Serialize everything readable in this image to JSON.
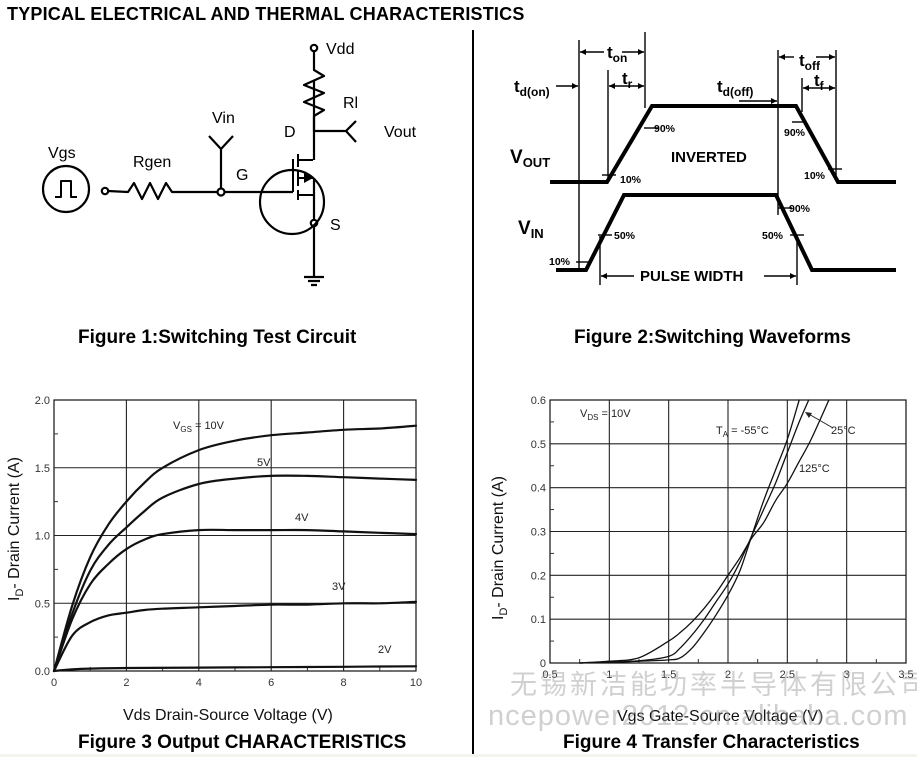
{
  "page": {
    "title": "TYPICAL ELECTRICAL AND THERMAL CHARACTERISTICS",
    "colors": {
      "ink": "#000000",
      "background": "#ffffff",
      "watermark": "#969696"
    },
    "watermark": {
      "line1": "无锡新洁能功率半导体有限公司",
      "line2": "ncepower2012.cn.alibaba.com"
    }
  },
  "figure1": {
    "caption": "Figure 1:Switching Test Circuit",
    "labels": {
      "vdd": "Vdd",
      "rl": "Rl",
      "vout": "Vout",
      "vin": "Vin",
      "d": "D",
      "g": "G",
      "s": "S",
      "vgs": "Vgs",
      "rgen": "Rgen"
    }
  },
  "figure2": {
    "caption": "Figure 2:Switching Waveforms",
    "labels": {
      "t_on": "t",
      "t_on_sub": "on",
      "t_r": "t",
      "t_r_sub": "r",
      "t_d_on": "t",
      "t_d_on_sub": "d(on)",
      "t_d_off": "t",
      "t_d_off_sub": "d(off)",
      "t_off": "t",
      "t_off_sub": "off",
      "t_f": "t",
      "t_f_sub": "f",
      "v_out": "V",
      "v_out_sub": "OUT",
      "v_in": "V",
      "v_in_sub": "IN",
      "inverted": "INVERTED",
      "pulse_width": "PULSE WIDTH",
      "out_rise_90": "90%",
      "out_rise_10": "10%",
      "out_fall_90": "90%",
      "out_fall_10": "10%",
      "in_rise_10": "10%",
      "in_rise_50": "50%",
      "in_fall_90": "90%",
      "in_fall_50": "50%"
    }
  },
  "chart_data": [
    {
      "id": "figure3",
      "type": "line",
      "title": "Figure 3 Output CHARACTERISTICS",
      "xlabel": "Vds Drain-Source Voltage (V)",
      "ylabel_main": "I",
      "ylabel_sub": "D",
      "ylabel_rest": "- Drain Current (A)",
      "xlim": [
        0,
        10
      ],
      "ylim": [
        0,
        2.0
      ],
      "xticks": [
        0,
        2,
        4,
        6,
        8,
        10
      ],
      "xtick_labels": [
        "0",
        "2",
        "4",
        "6",
        "8",
        "10"
      ],
      "yticks": [
        0,
        0.5,
        1.0,
        1.5,
        2.0
      ],
      "ytick_labels": [
        "0.0",
        "0.5",
        "1.0",
        "1.5",
        "2.0"
      ],
      "grid": true,
      "series": [
        {
          "name": "VGS = 10V",
          "label_main": "V",
          "label_sub": "GS",
          "label_rest": " = 10V",
          "x": [
            0,
            0.5,
            1,
            1.5,
            2,
            2.5,
            3,
            4,
            5,
            6,
            7,
            8,
            9,
            10
          ],
          "y": [
            0,
            0.48,
            0.84,
            1.08,
            1.25,
            1.39,
            1.5,
            1.63,
            1.7,
            1.74,
            1.76,
            1.78,
            1.79,
            1.81
          ]
        },
        {
          "name": "5V",
          "label_main": "5V",
          "x": [
            0,
            0.5,
            1,
            1.5,
            2,
            2.5,
            3,
            4,
            5,
            6,
            7,
            8,
            9,
            10
          ],
          "y": [
            0,
            0.42,
            0.74,
            0.93,
            1.06,
            1.18,
            1.28,
            1.38,
            1.42,
            1.44,
            1.44,
            1.43,
            1.42,
            1.41
          ]
        },
        {
          "name": "4V",
          "label_main": "4V",
          "x": [
            0,
            0.5,
            1,
            1.5,
            2,
            2.5,
            3,
            4,
            5,
            6,
            7,
            8,
            9,
            10
          ],
          "y": [
            0,
            0.38,
            0.64,
            0.79,
            0.9,
            0.97,
            1.01,
            1.04,
            1.04,
            1.04,
            1.04,
            1.03,
            1.02,
            1.01
          ]
        },
        {
          "name": "3V",
          "label_main": "3V",
          "x": [
            0,
            0.5,
            1,
            1.5,
            2,
            2.5,
            3,
            4,
            5,
            6,
            7,
            8,
            9,
            10
          ],
          "y": [
            0,
            0.26,
            0.36,
            0.41,
            0.43,
            0.45,
            0.46,
            0.47,
            0.48,
            0.49,
            0.49,
            0.5,
            0.5,
            0.51
          ]
        },
        {
          "name": "2V",
          "label_main": "2V",
          "x": [
            0,
            0.5,
            1,
            2,
            4,
            6,
            8,
            10
          ],
          "y": [
            0,
            0.012,
            0.018,
            0.022,
            0.025,
            0.028,
            0.031,
            0.035
          ]
        }
      ]
    },
    {
      "id": "figure4",
      "type": "line",
      "title": "Figure 4 Transfer Characteristics",
      "xlabel": "Vgs Gate-Source Voltage (V)",
      "ylabel_main": "I",
      "ylabel_sub": "D",
      "ylabel_rest": "- Drain Current (A)",
      "xlim": [
        0.5,
        3.5
      ],
      "ylim": [
        0,
        0.6
      ],
      "xticks": [
        0.5,
        1,
        1.5,
        2,
        2.5,
        3,
        3.5
      ],
      "xtick_labels": [
        "0.5",
        "1",
        "1.5",
        "2",
        "2.5",
        "3",
        "3.5"
      ],
      "yticks": [
        0,
        0.1,
        0.2,
        0.3,
        0.4,
        0.5,
        0.6
      ],
      "ytick_labels": [
        "0",
        "0.1",
        "0.2",
        "0.3",
        "0.4",
        "0.5",
        "0.6"
      ],
      "grid": true,
      "annotations": {
        "vds_main": "V",
        "vds_sub": "DS",
        "vds_rest": " = 10V",
        "ta_main": "T",
        "ta_sub": "A",
        "ta_rest": " = -55°C",
        "t25": "25°C",
        "t125": "125°C"
      },
      "series": [
        {
          "name": "-55°C",
          "x": [
            0.75,
            1.0,
            1.25,
            1.5,
            1.6,
            1.7,
            1.8,
            1.9,
            2.0,
            2.1,
            2.2,
            2.3,
            2.4,
            2.5,
            2.6
          ],
          "y": [
            0,
            0.002,
            0.004,
            0.007,
            0.012,
            0.035,
            0.07,
            0.11,
            0.155,
            0.21,
            0.29,
            0.37,
            0.44,
            0.51,
            0.6
          ]
        },
        {
          "name": "25°C",
          "x": [
            0.75,
            1.0,
            1.25,
            1.5,
            1.6,
            1.7,
            1.8,
            1.9,
            2.0,
            2.1,
            2.2,
            2.3,
            2.4,
            2.5,
            2.6,
            2.68
          ],
          "y": [
            0,
            0.002,
            0.005,
            0.015,
            0.035,
            0.065,
            0.1,
            0.14,
            0.18,
            0.23,
            0.29,
            0.35,
            0.41,
            0.48,
            0.55,
            0.6
          ]
        },
        {
          "name": "125°C",
          "x": [
            0.75,
            1.0,
            1.25,
            1.5,
            1.6,
            1.7,
            1.8,
            1.9,
            2.0,
            2.1,
            2.2,
            2.3,
            2.4,
            2.5,
            2.6,
            2.7,
            2.85
          ],
          "y": [
            0,
            0.004,
            0.012,
            0.05,
            0.07,
            0.095,
            0.125,
            0.16,
            0.2,
            0.24,
            0.285,
            0.32,
            0.37,
            0.41,
            0.46,
            0.51,
            0.6
          ]
        }
      ]
    }
  ]
}
